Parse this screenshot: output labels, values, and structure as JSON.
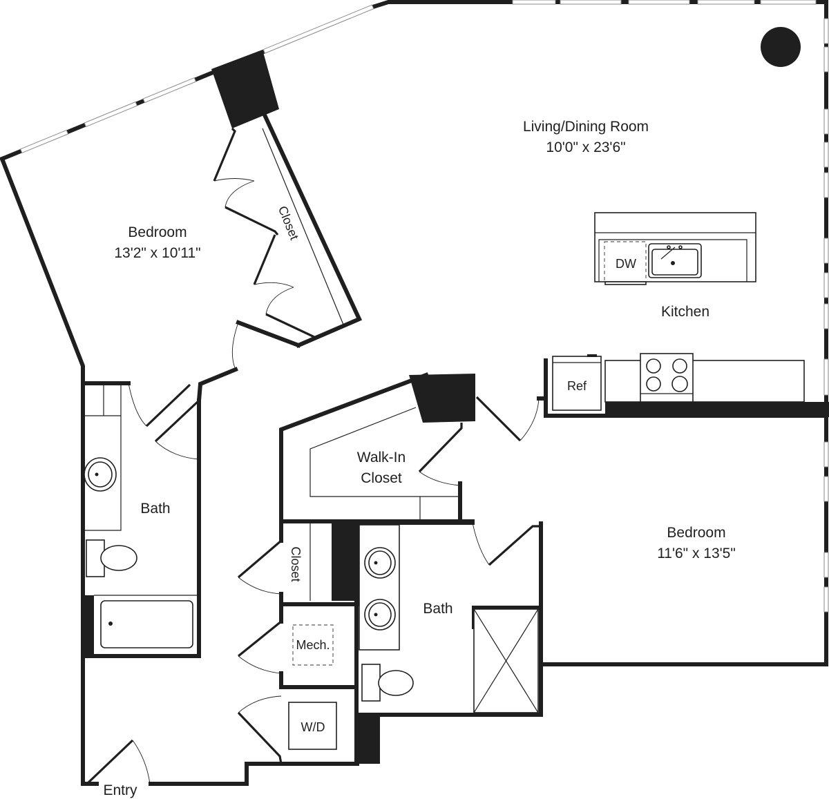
{
  "floorplan": {
    "rooms": {
      "living": {
        "name": "Living/Dining Room",
        "dims": "10'0\" x 23'6\""
      },
      "bedroom1": {
        "name": "Bedroom",
        "dims": "13'2\" x 10'11\""
      },
      "bedroom2": {
        "name": "Bedroom",
        "dims": "11'6\" x 13'5\""
      },
      "kitchen": {
        "name": "Kitchen"
      },
      "bath1": {
        "name": "Bath"
      },
      "bath2": {
        "name": "Bath"
      },
      "walkin_closet": {
        "line1": "Walk-In",
        "line2": "Closet"
      },
      "closet_bedroom1": {
        "name": "Closet"
      },
      "closet_hall": {
        "name": "Closet"
      },
      "mech": {
        "name": "Mech."
      },
      "entry": {
        "name": "Entry"
      }
    },
    "appliances": {
      "dishwasher": "DW",
      "refrigerator": "Ref",
      "washer_dryer": "W/D"
    },
    "colors": {
      "wall": "#1f1f1f",
      "background": "#ffffff",
      "window": "#8a8a8a"
    }
  }
}
